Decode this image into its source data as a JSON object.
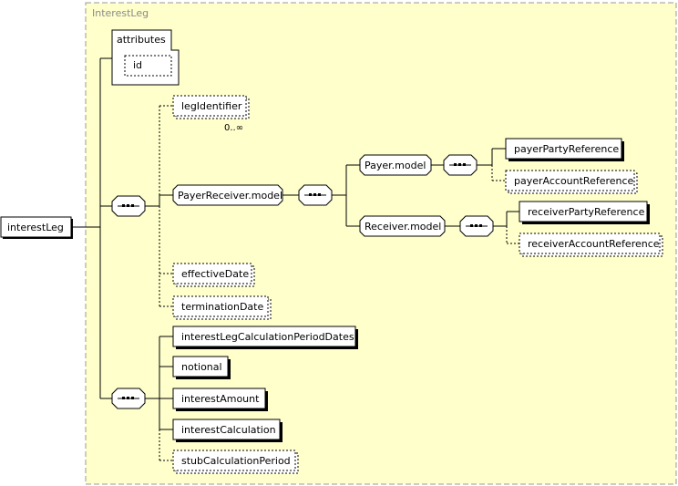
{
  "diagram": {
    "group_title": "InterestLeg",
    "root_element": "interestLeg",
    "attributes_label": "attributes",
    "attribute_id": "id",
    "leg_identifier": "legIdentifier",
    "leg_identifier_occurs": "0..∞",
    "payer_receiver_model": "PayerReceiver.model",
    "payer_model": "Payer.model",
    "payer_party_reference": "payerPartyReference",
    "payer_account_reference": "payerAccountReference",
    "receiver_model": "Receiver.model",
    "receiver_party_reference": "receiverPartyReference",
    "receiver_account_reference": "receiverAccountReference",
    "effective_date": "effectiveDate",
    "termination_date": "terminationDate",
    "calculation_period_dates": "interestLegCalculationPeriodDates",
    "notional": "notional",
    "interest_amount": "interestAmount",
    "interest_calculation": "interestCalculation",
    "stub_calculation_period": "stubCalculationPeriod"
  },
  "colors": {
    "background": "#ffffcc",
    "node_fill": "#ffffff",
    "line": "#000000",
    "group_border": "#999999"
  }
}
